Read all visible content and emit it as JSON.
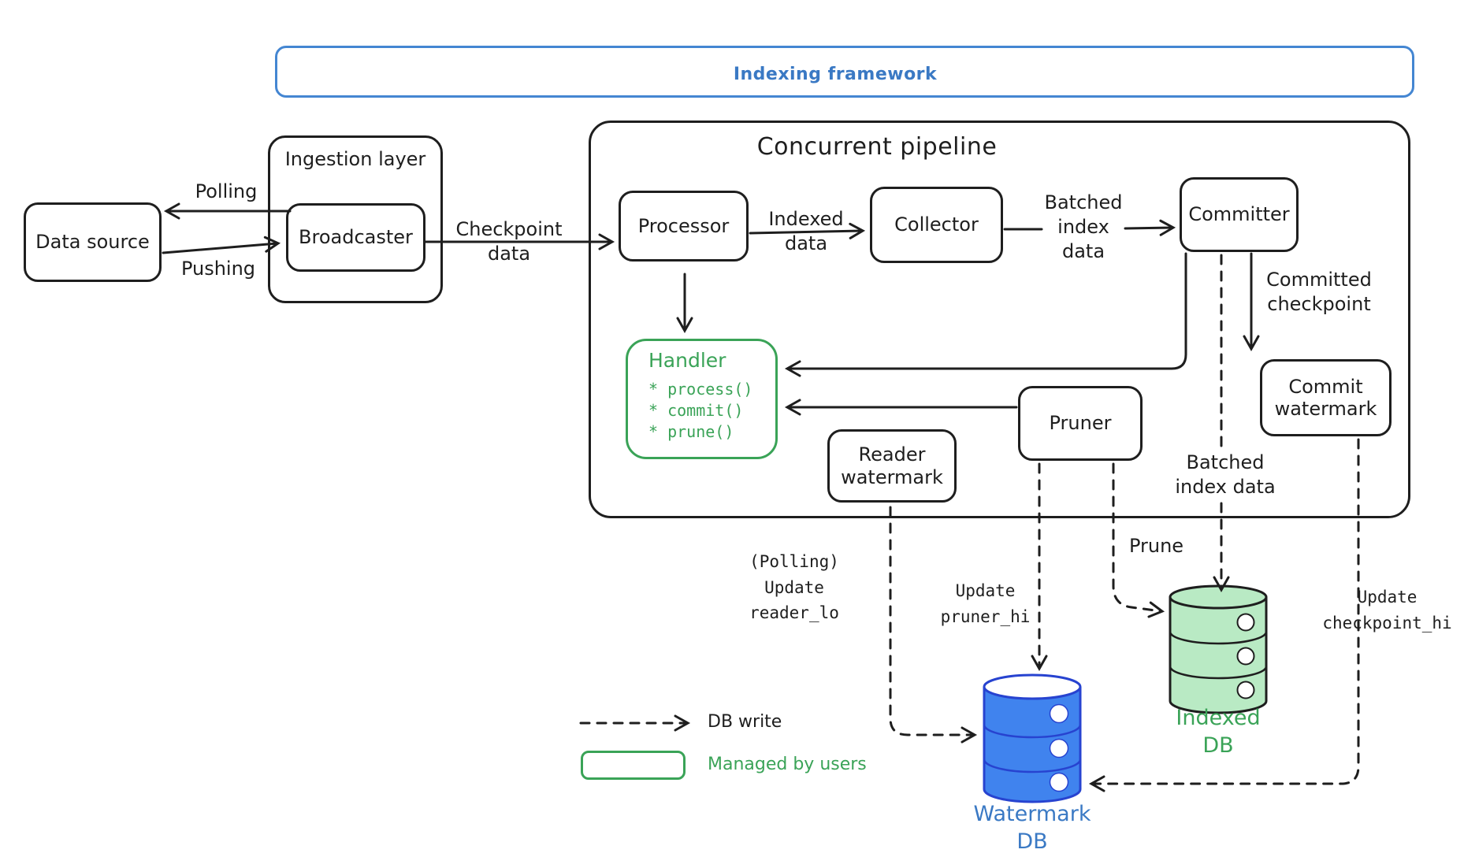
{
  "title": "Indexing framework",
  "groups": {
    "ingestion": "Ingestion layer",
    "pipeline": "Concurrent pipeline"
  },
  "nodes": {
    "data_source": "Data source",
    "broadcaster": "Broadcaster",
    "processor": "Processor",
    "collector": "Collector",
    "committer": "Committer",
    "pruner": "Pruner",
    "reader_watermark": "Reader watermark",
    "commit_watermark": "Commit watermark"
  },
  "handler": {
    "title": "Handler",
    "methods": [
      "* process()",
      "* commit()",
      "* prune()"
    ]
  },
  "databases": {
    "watermark": "Watermark DB",
    "indexed": "Indexed DB"
  },
  "edges": {
    "polling": "Polling",
    "pushing": "Pushing",
    "checkpoint_data": "Checkpoint data",
    "indexed_data": "Indexed data",
    "batched_index_data": "Batched index data",
    "committed_checkpoint": "Committed checkpoint",
    "batched_index_data_2": "Batched index data",
    "update_reader_lo": "(Polling) Update reader_lo",
    "update_pruner_hi": "Update pruner_hi",
    "prune": "Prune",
    "update_checkpoint_hi": "Update checkpoint_hi"
  },
  "legend": {
    "db_write": "DB write",
    "managed_by_users": "Managed by users"
  },
  "colors": {
    "ink": "#1e1e1e",
    "blue_accent": "#3a79c4",
    "blue_border": "#4486d2",
    "blue_db_fill": "#4083ee",
    "blue_db_stroke": "#2743d0",
    "green_accent": "#3aa357",
    "green_db_fill": "#b9eac4"
  }
}
